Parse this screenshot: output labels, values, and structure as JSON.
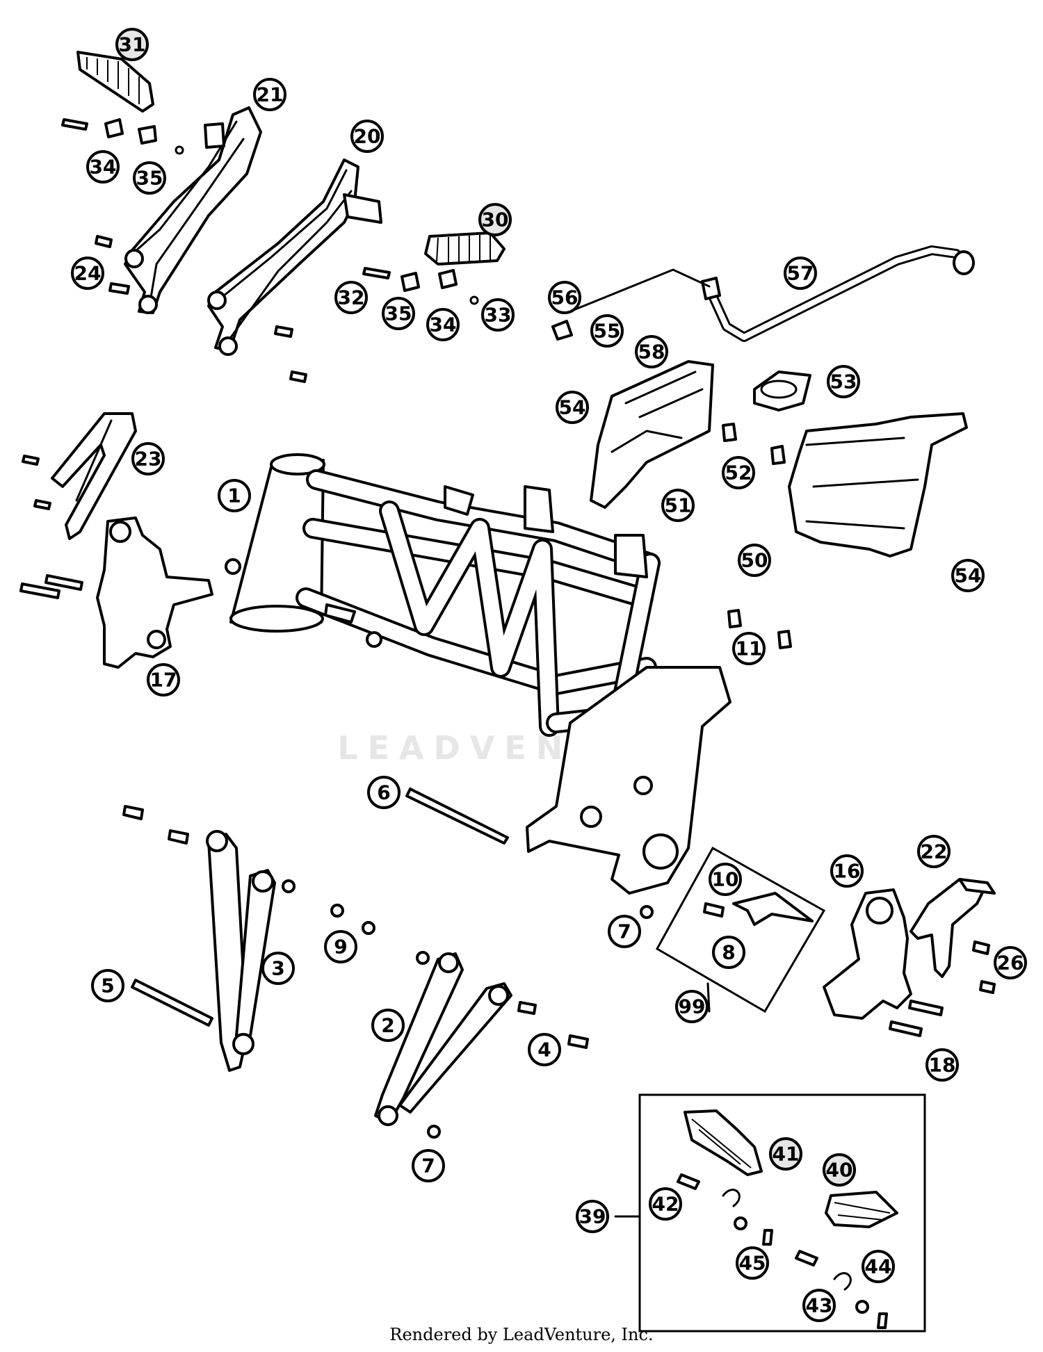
{
  "watermark": "LEADVENTURE",
  "footer": "Rendered by LeadVenture, Inc.",
  "callouts": [
    {
      "label": "1"
    },
    {
      "label": "2"
    },
    {
      "label": "3"
    },
    {
      "label": "4"
    },
    {
      "label": "5"
    },
    {
      "label": "6"
    },
    {
      "label": "7"
    },
    {
      "label": "7"
    },
    {
      "label": "8"
    },
    {
      "label": "9"
    },
    {
      "label": "10"
    },
    {
      "label": "11"
    },
    {
      "label": "16"
    },
    {
      "label": "17"
    },
    {
      "label": "18"
    },
    {
      "label": "20"
    },
    {
      "label": "21"
    },
    {
      "label": "22"
    },
    {
      "label": "23"
    },
    {
      "label": "24"
    },
    {
      "label": "26"
    },
    {
      "label": "30"
    },
    {
      "label": "31"
    },
    {
      "label": "32"
    },
    {
      "label": "33"
    },
    {
      "label": "34"
    },
    {
      "label": "34"
    },
    {
      "label": "35"
    },
    {
      "label": "35"
    },
    {
      "label": "39"
    },
    {
      "label": "40"
    },
    {
      "label": "41"
    },
    {
      "label": "42"
    },
    {
      "label": "43"
    },
    {
      "label": "44"
    },
    {
      "label": "45"
    },
    {
      "label": "50"
    },
    {
      "label": "51"
    },
    {
      "label": "52"
    },
    {
      "label": "53"
    },
    {
      "label": "54"
    },
    {
      "label": "54"
    },
    {
      "label": "55"
    },
    {
      "label": "56"
    },
    {
      "label": "57"
    },
    {
      "label": "58"
    },
    {
      "label": "99"
    }
  ]
}
